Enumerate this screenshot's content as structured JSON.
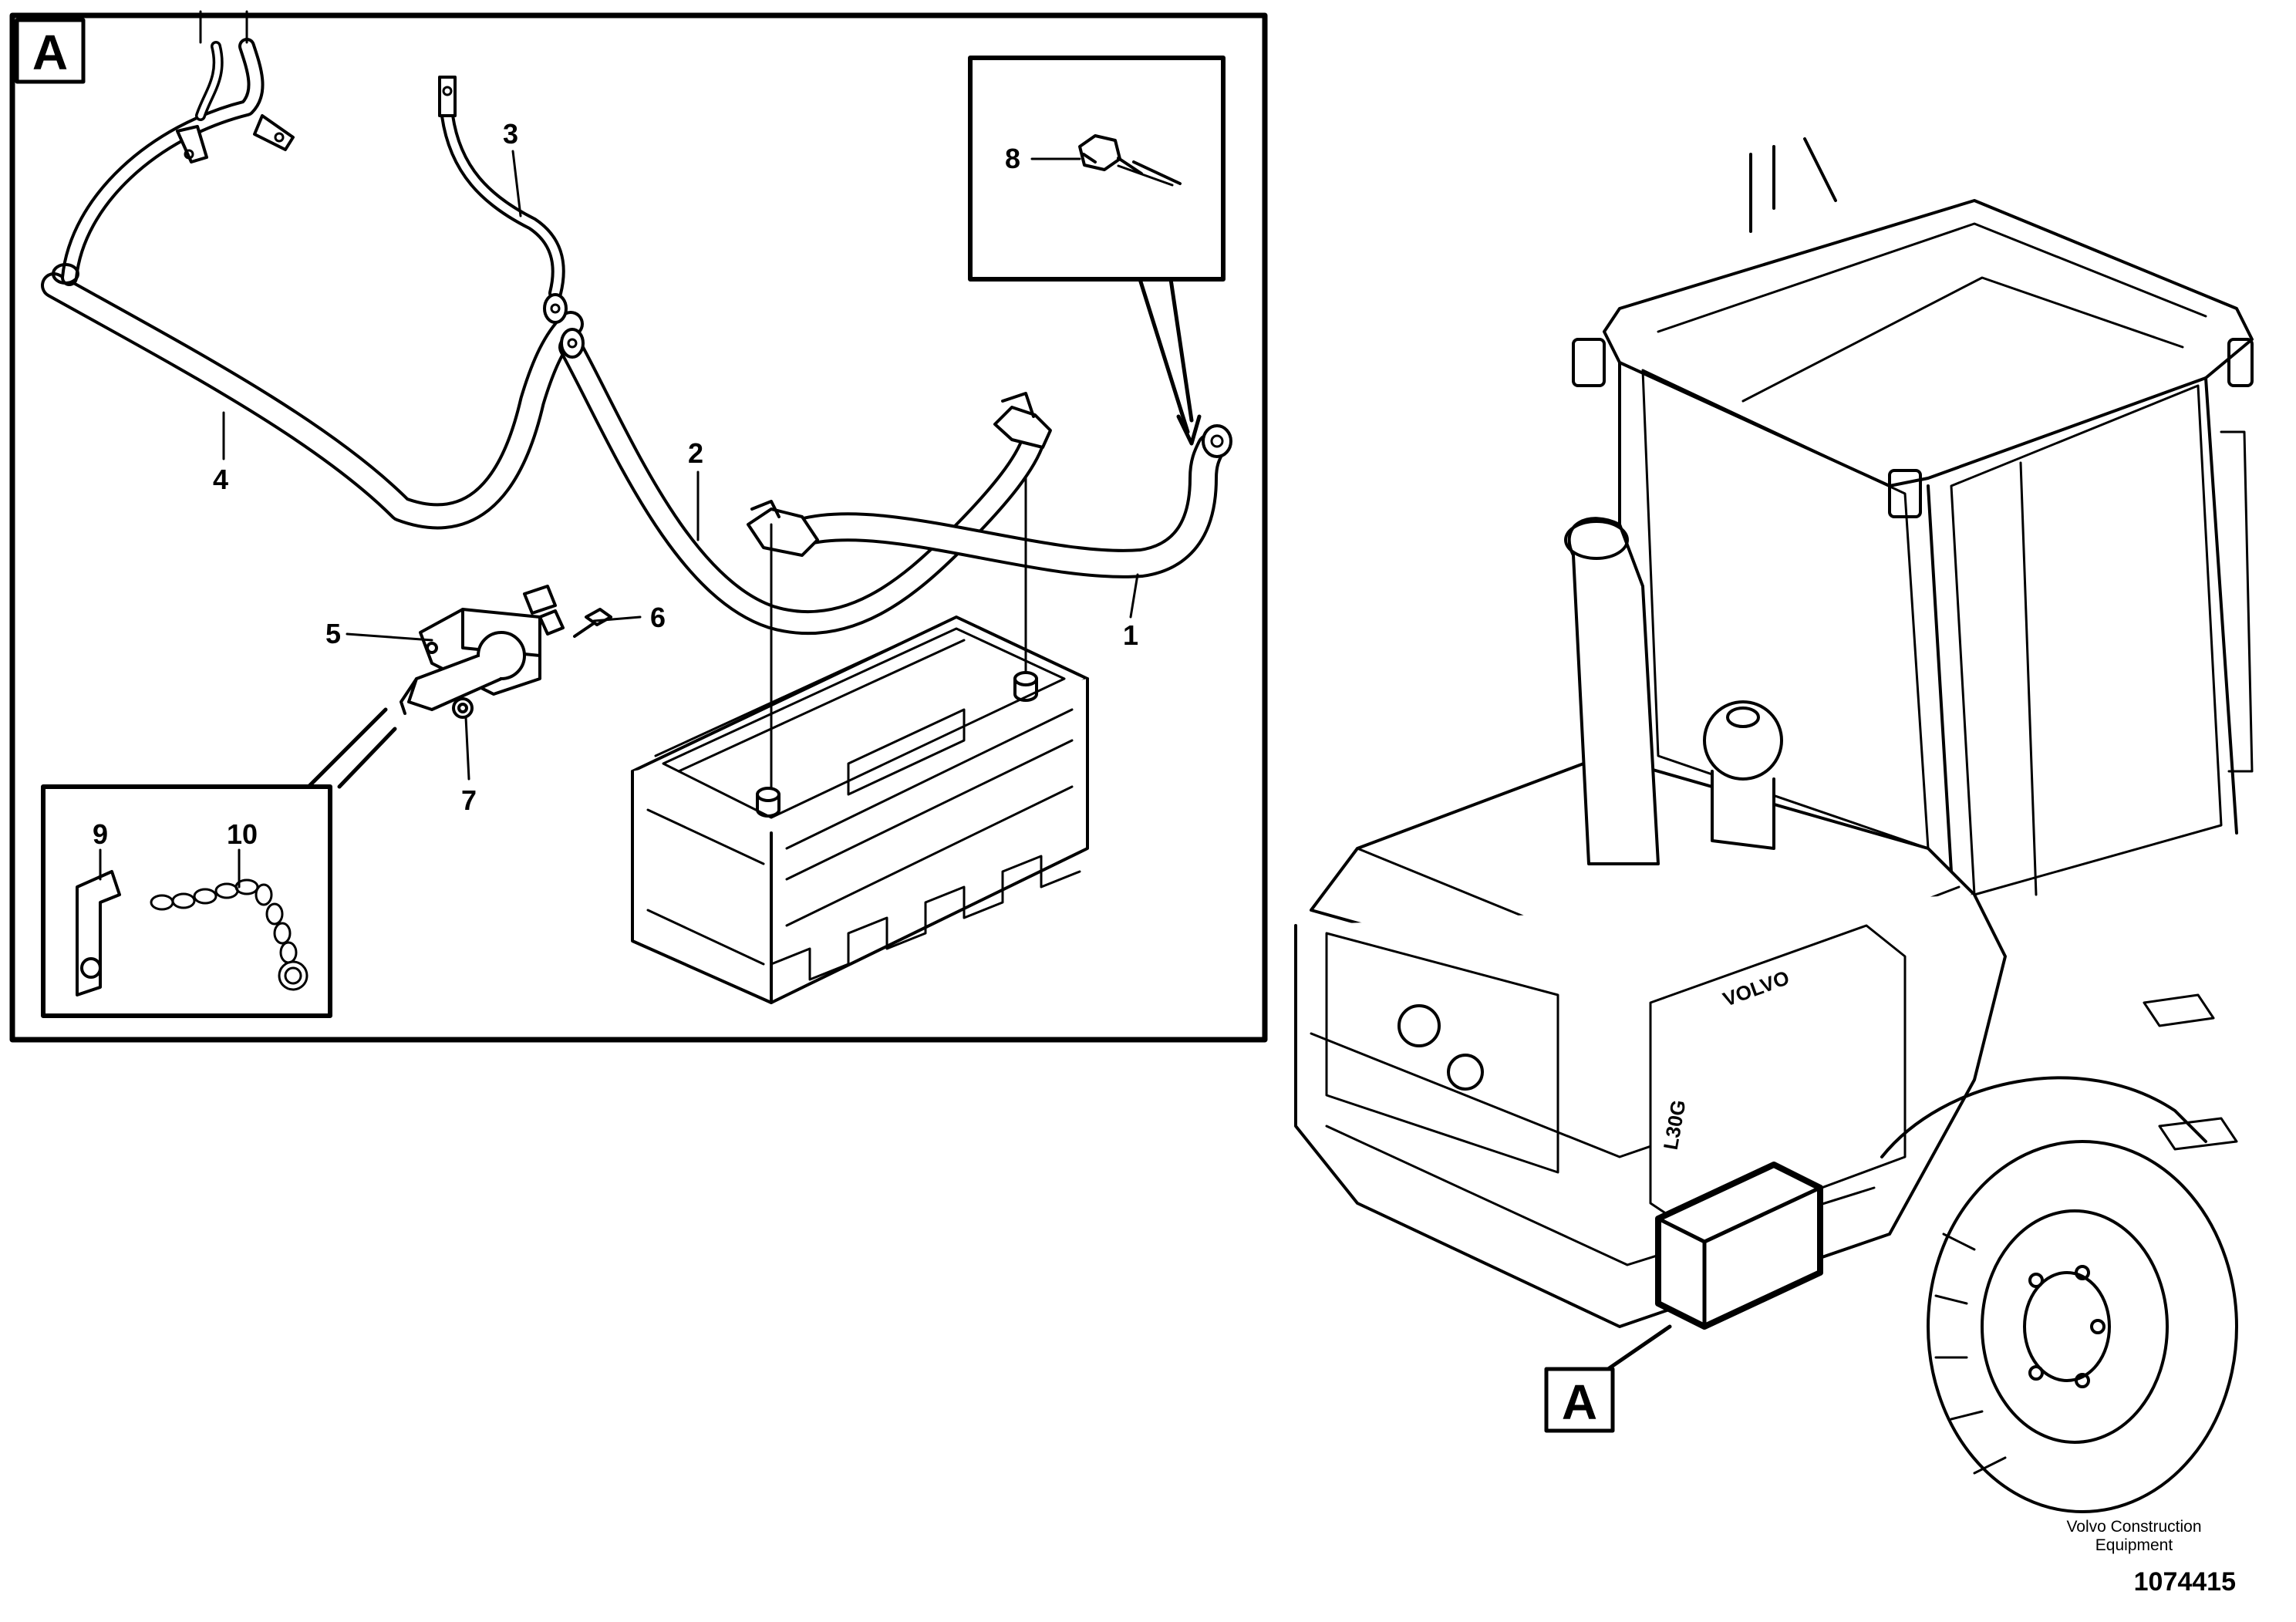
{
  "view_label": "A",
  "machine_view_label": "A",
  "machine_badge": "VOLVO",
  "machine_model": "L30G",
  "callouts": [
    {
      "id": "1",
      "text": "1"
    },
    {
      "id": "2",
      "text": "2"
    },
    {
      "id": "3",
      "text": "3"
    },
    {
      "id": "4",
      "text": "4"
    },
    {
      "id": "5",
      "text": "5"
    },
    {
      "id": "6",
      "text": "6"
    },
    {
      "id": "7",
      "text": "7"
    },
    {
      "id": "8",
      "text": "8"
    },
    {
      "id": "9",
      "text": "9"
    },
    {
      "id": "10",
      "text": "10"
    }
  ],
  "credit": {
    "line1": "Volvo Construction",
    "line2": "Equipment"
  },
  "drawing_number": "1074415"
}
